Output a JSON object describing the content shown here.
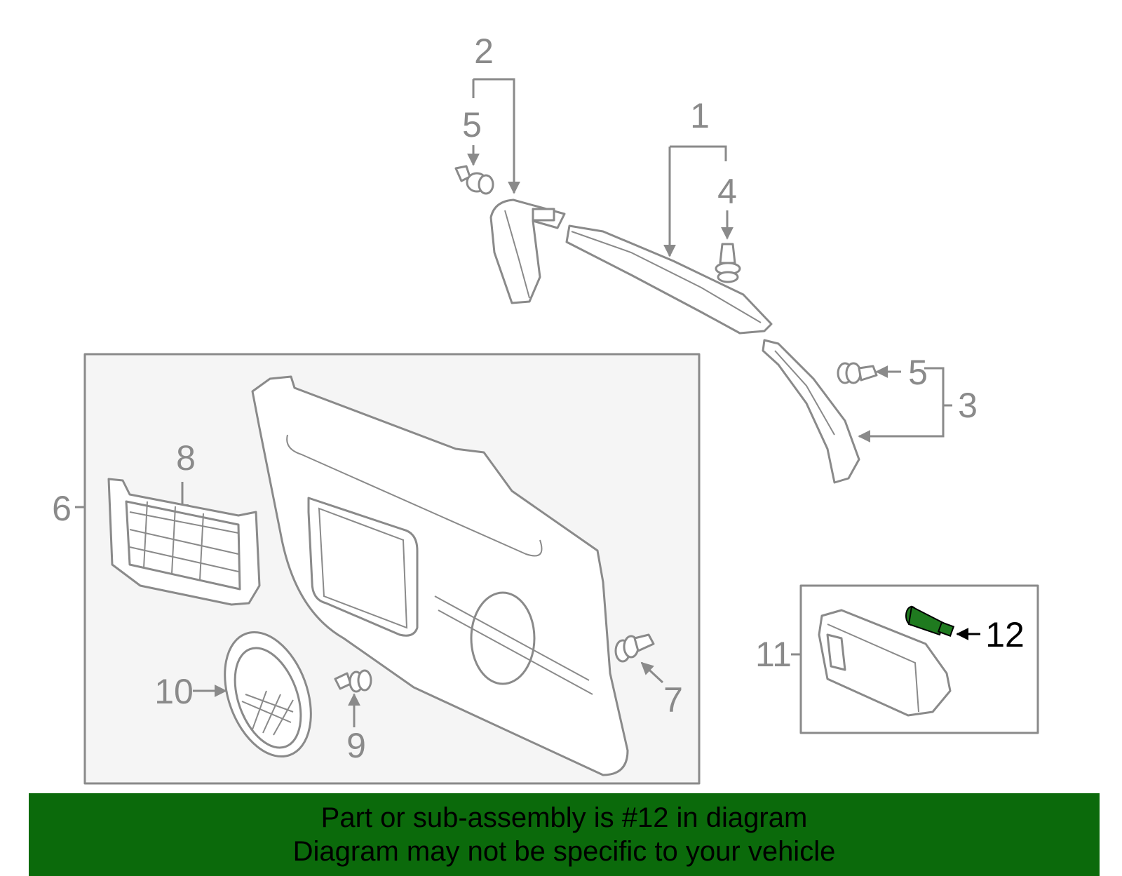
{
  "diagram": {
    "callouts": {
      "c1": "1",
      "c2": "2",
      "c3": "3",
      "c4": "4",
      "c5a": "5",
      "c5b": "5",
      "c6": "6",
      "c7": "7",
      "c8": "8",
      "c9": "9",
      "c10": "10",
      "c11": "11",
      "c12": "12"
    },
    "highlighted_part": "12"
  },
  "banner": {
    "line1": "Part or sub-assembly is #12 in diagram",
    "line2": "Diagram may not be specific to your vehicle"
  },
  "colors": {
    "banner_bg": "#0b6a0b",
    "line_gray": "#8a8a8a",
    "panel_bg": "#f5f5f5",
    "highlight_green": "#1f7a1f",
    "text_black": "#000000"
  }
}
